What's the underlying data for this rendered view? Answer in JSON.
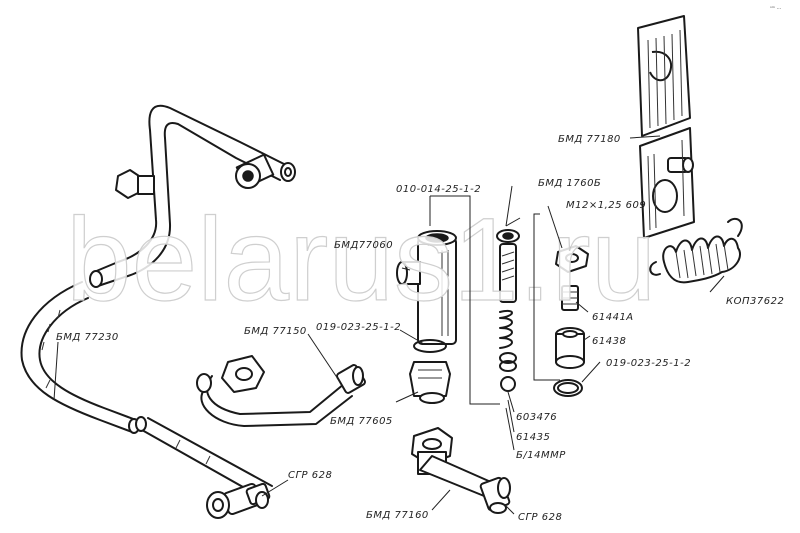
{
  "corner_mark": "ˢᵐ ···",
  "watermark": "belarus1.ru",
  "labels": {
    "bmd77180": "БМД 77180",
    "bmd1760b": "БМД 1760Б",
    "m12": "М12×1,25 609",
    "p010": "010-014-25-1-2",
    "bmd77060": "БМД77060",
    "bmd77150a": "БМД 77150",
    "p019a": "019-023-25-1-2",
    "bmd77230": "БМД 77230",
    "p61441a": "61441А",
    "p61438": "61438",
    "p019b": "019-023-25-1-2",
    "kop37622": "КОП37622",
    "bmd77605": "БМД 77605",
    "p603476": "603476",
    "p61435": "61435",
    "b14mmr": "Б/14ММР",
    "cgr628a": "СГР 628",
    "bmd77160": "БМД 77160",
    "cgr628b": "СГР 628"
  }
}
